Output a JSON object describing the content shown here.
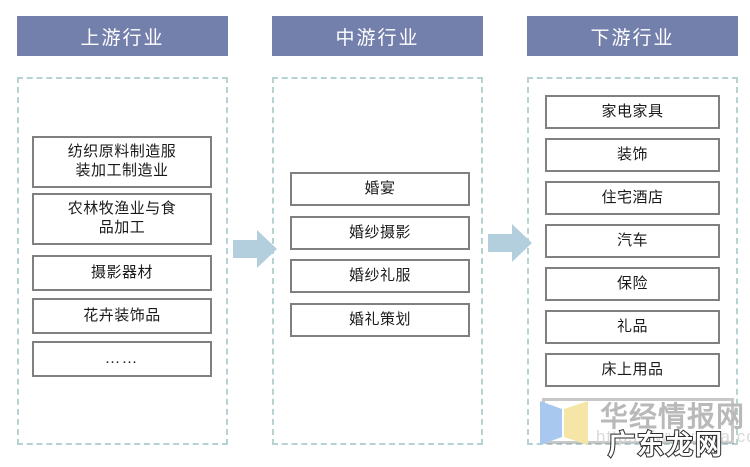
{
  "columns": [
    {
      "key": "upstream",
      "header": "上游行业",
      "items": [
        {
          "label": "纺织原料制造服装加工制造业",
          "lines": [
            "纺织原料制造服",
            "装加工制造业"
          ]
        },
        {
          "label": "农林牧渔业与食品加工",
          "lines": [
            "农林牧渔业与食",
            "品加工"
          ]
        },
        {
          "label": "摄影器材",
          "lines": [
            "摄影器材"
          ]
        },
        {
          "label": "花卉装饰品",
          "lines": [
            "花卉装饰品"
          ]
        },
        {
          "label": "……",
          "lines": [
            "……"
          ]
        }
      ]
    },
    {
      "key": "midstream",
      "header": "中游行业",
      "items": [
        {
          "label": "婚宴",
          "lines": [
            "婚宴"
          ]
        },
        {
          "label": "婚纱摄影",
          "lines": [
            "婚纱摄影"
          ]
        },
        {
          "label": "婚纱礼服",
          "lines": [
            "婚纱礼服"
          ]
        },
        {
          "label": "婚礼策划",
          "lines": [
            "婚礼策划"
          ]
        }
      ]
    },
    {
      "key": "downstream",
      "header": "下游行业",
      "items": [
        {
          "label": "家电家具",
          "lines": [
            "家电家具"
          ]
        },
        {
          "label": "装饰",
          "lines": [
            "装饰"
          ]
        },
        {
          "label": "住宅酒店",
          "lines": [
            "住宅酒店"
          ]
        },
        {
          "label": "汽车",
          "lines": [
            "汽车"
          ]
        },
        {
          "label": "保险",
          "lines": [
            "保险"
          ]
        },
        {
          "label": "礼品",
          "lines": [
            "礼品"
          ]
        },
        {
          "label": "床上用品",
          "lines": [
            "床上用品"
          ]
        }
      ]
    }
  ],
  "arrows": [
    {
      "name": "arrow-upstream-to-midstream",
      "direction": "right"
    },
    {
      "name": "arrow-midstream-to-downstream",
      "direction": "right"
    }
  ],
  "watermark": {
    "title": "华经情报网",
    "url": "https://www.hua.com",
    "overlay": "广东龙网"
  },
  "colors": {
    "header_fill": "#7480AC",
    "header_text": "#FFFFFF",
    "dashed_border": "#B6D2D3",
    "box_border": "#808080",
    "box_fill": "#FFFFFF",
    "arrow_fill": "#B3CFDD",
    "logo_blue": "#A8C8F0",
    "logo_yellow": "#F5E6A8"
  }
}
